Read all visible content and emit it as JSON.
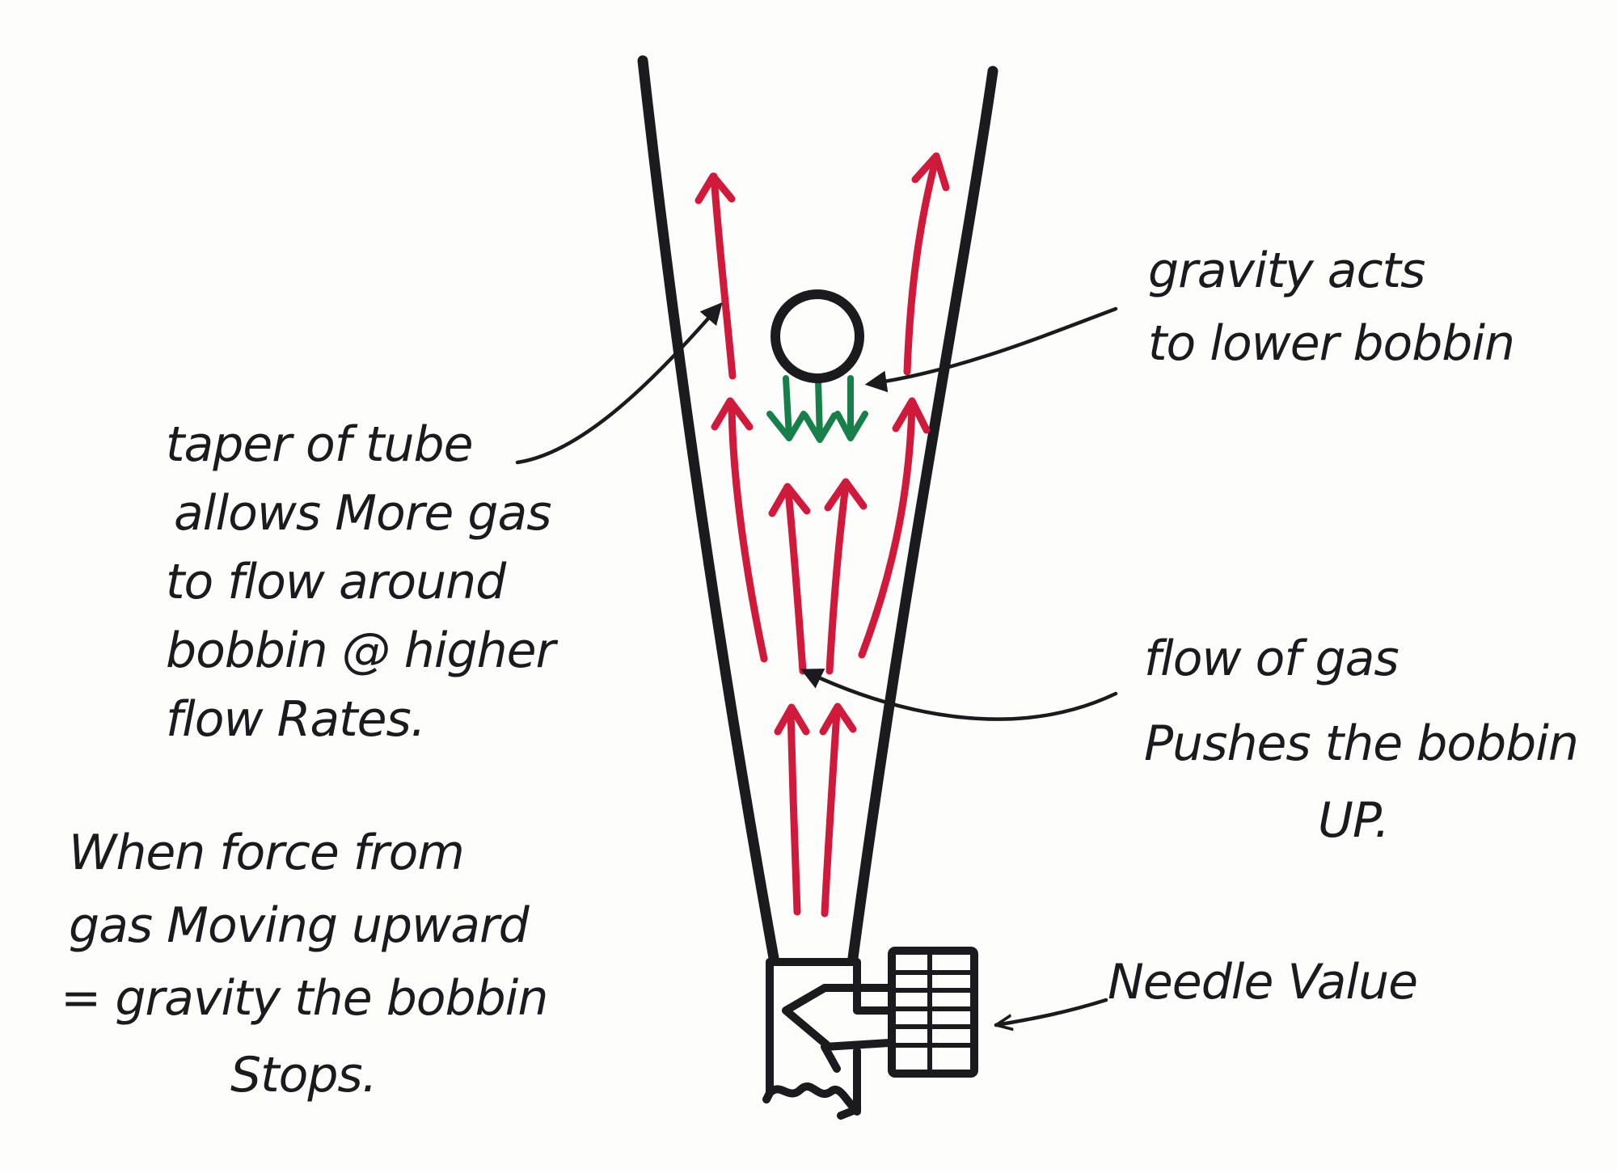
{
  "colors": {
    "ink": "#1b1b1f",
    "gas_flow": "#d01a3c",
    "gravity": "#17804a",
    "paper": "#fdfdfb"
  },
  "labels": {
    "taper": [
      "taper of tube",
      "allows More gas",
      "to flow around",
      "bobbin @ higher",
      "flow Rates."
    ],
    "gravity": [
      "gravity acts",
      "to lower bobbin"
    ],
    "flow": [
      "flow of gas",
      "Pushes the bobbin",
      "UP."
    ],
    "equilibrium": [
      "When force from",
      "gas Moving upward",
      "= gravity the bobbin",
      "Stops."
    ],
    "needle_valve": "Needle Value"
  }
}
